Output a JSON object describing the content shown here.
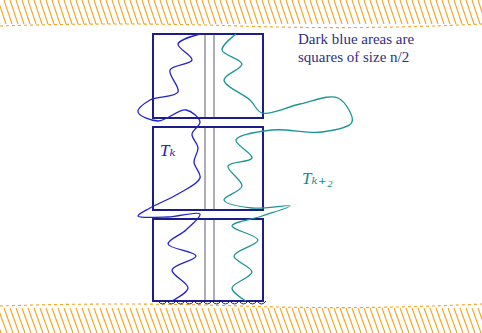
{
  "diagram": {
    "labels": [
      "Dark blue areas are squares of size n/2",
      "Tₖ",
      "Tₖ₊₂"
    ]
  }
}
